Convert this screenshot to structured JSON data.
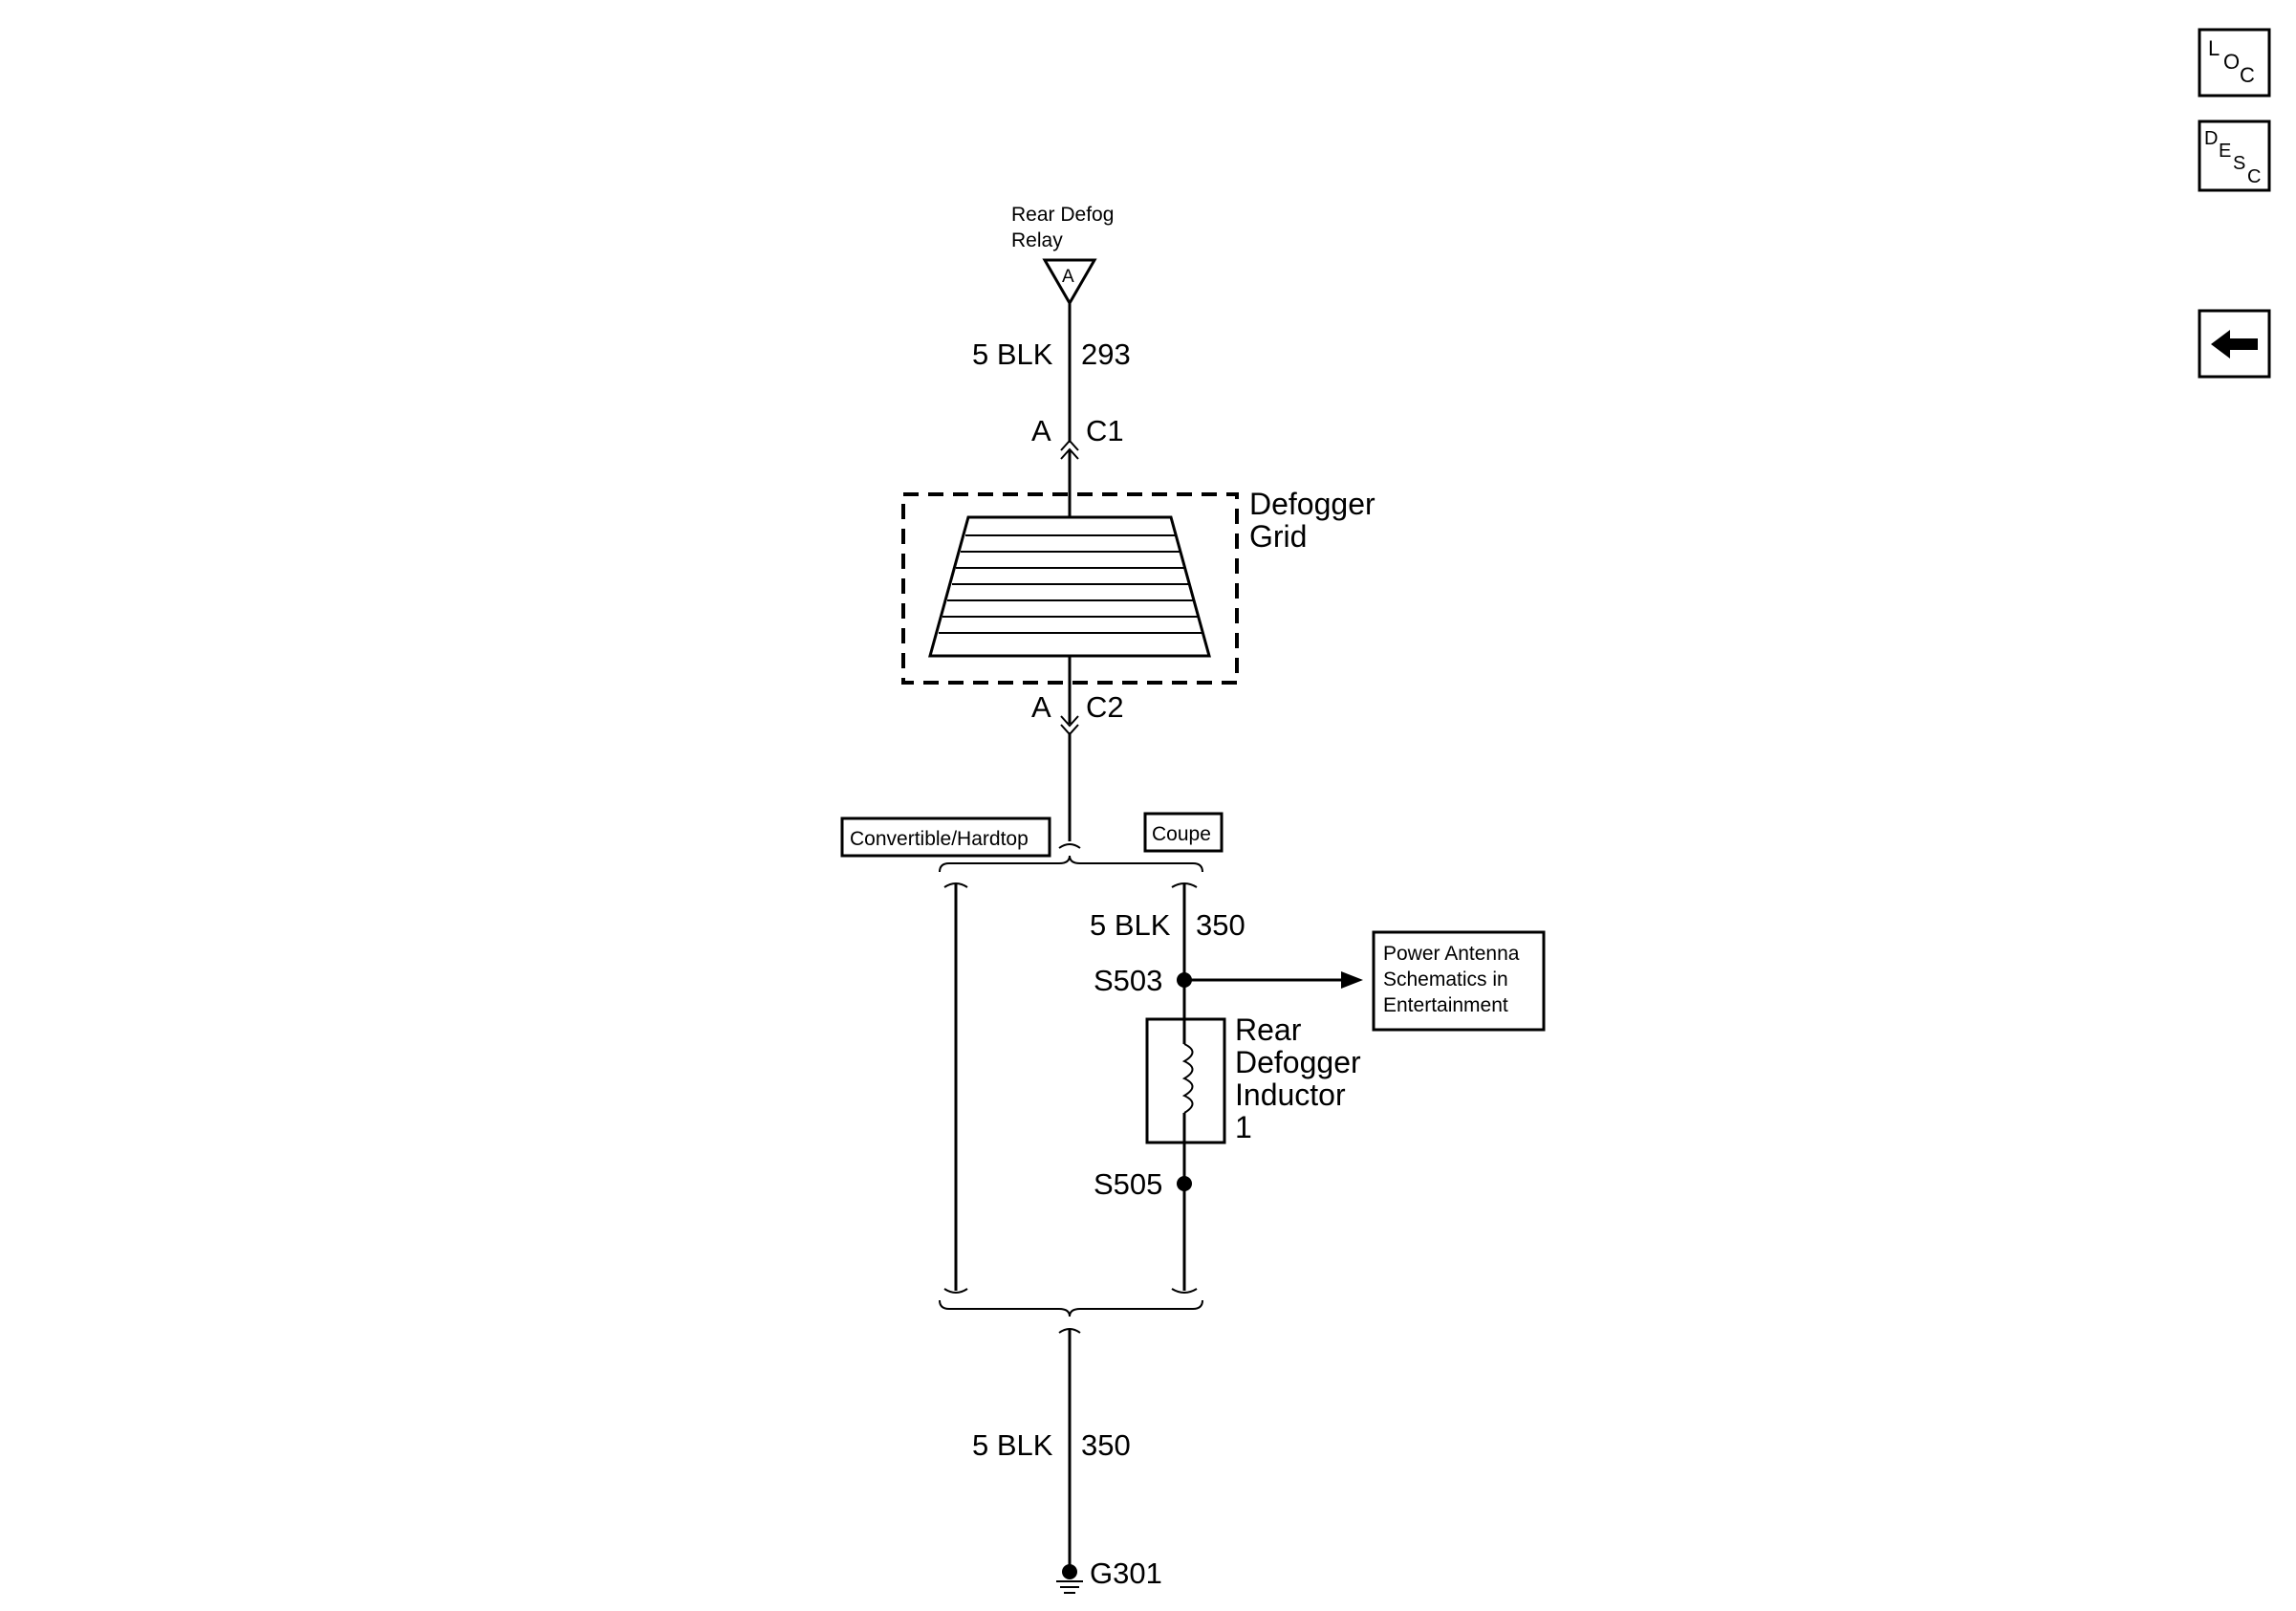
{
  "nav": {
    "loc_button": {
      "l": "L",
      "o": "O",
      "c": "C"
    },
    "desc_button": {
      "d": "D",
      "e": "E",
      "s": "S",
      "c": "C"
    },
    "back_icon": "left-arrow-icon"
  },
  "relay": {
    "line1": "Rear Defog",
    "line2": "Relay",
    "terminal": "A"
  },
  "wires": {
    "top": {
      "gauge": "5 BLK",
      "circuit": "293"
    },
    "coupe": {
      "gauge": "5 BLK",
      "circuit": "350"
    },
    "bottom": {
      "gauge": "5 BLK",
      "circuit": "350"
    }
  },
  "connectors": {
    "c1": {
      "pin": "A",
      "name": "C1"
    },
    "c2": {
      "pin": "A",
      "name": "C2"
    }
  },
  "grid": {
    "line1": "Defogger",
    "line2": "Grid"
  },
  "options": {
    "convertible": "Convertible/Hardtop",
    "coupe": "Coupe"
  },
  "splices": {
    "s503": "S503",
    "s505": "S505"
  },
  "inductor": {
    "line1": "Rear",
    "line2": "Defogger",
    "line3": "Inductor",
    "line4": "1"
  },
  "reference": {
    "line1": "Power Antenna",
    "line2": "Schematics in",
    "line3": "Entertainment"
  },
  "ground": {
    "name": "G301"
  }
}
